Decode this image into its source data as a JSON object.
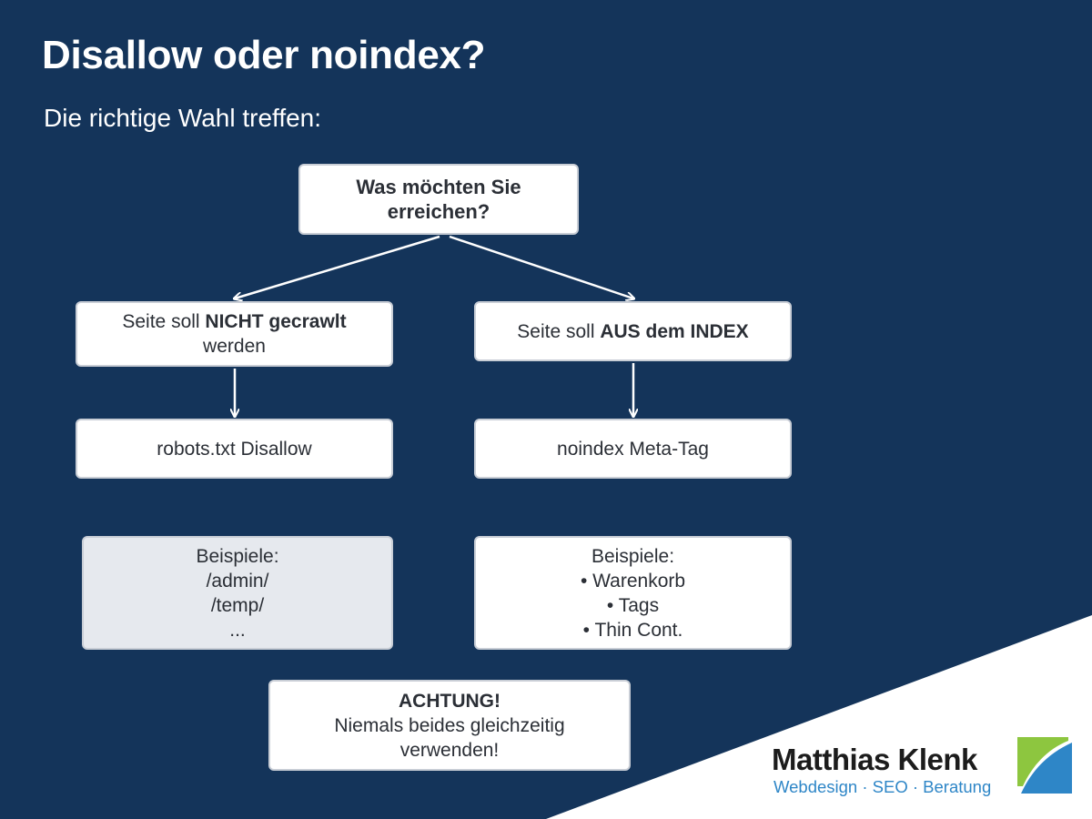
{
  "title": "Disallow oder noindex?",
  "subtitle": "Die richtige Wahl treffen:",
  "colors": {
    "background": "#14345a",
    "box": "#ffffff",
    "box_grey": "#e6e9ee",
    "logo_green": "#8dc63f",
    "logo_blue": "#2e86c7"
  },
  "nodes": {
    "question": {
      "line1": "Was möchten Sie",
      "line2": "erreichen?"
    },
    "crawl": {
      "prefix": "Seite soll ",
      "bold": "NICHT gecrawlt",
      "line2": "werden"
    },
    "index": {
      "prefix": "Seite soll ",
      "bold": "AUS dem INDEX"
    },
    "robots": {
      "text": "robots.txt Disallow"
    },
    "noindex": {
      "text": "noindex Meta-Tag"
    },
    "examples_left": {
      "heading": "Beispiele:",
      "items": [
        "/admin/",
        "/temp/",
        "..."
      ]
    },
    "examples_right": {
      "heading": "Beispiele:",
      "items": [
        "• Warenkorb",
        "• Tags",
        "• Thin Cont."
      ]
    },
    "warning": {
      "heading": "ACHTUNG!",
      "line1": "Niemals beides gleichzeitig",
      "line2": "verwenden!"
    }
  },
  "edges": [
    {
      "from": "question",
      "to": "crawl"
    },
    {
      "from": "question",
      "to": "index"
    },
    {
      "from": "crawl",
      "to": "robots"
    },
    {
      "from": "index",
      "to": "noindex"
    }
  ],
  "logo": {
    "name": "Matthias Klenk",
    "tagline": "Webdesign · SEO · Beratung"
  }
}
